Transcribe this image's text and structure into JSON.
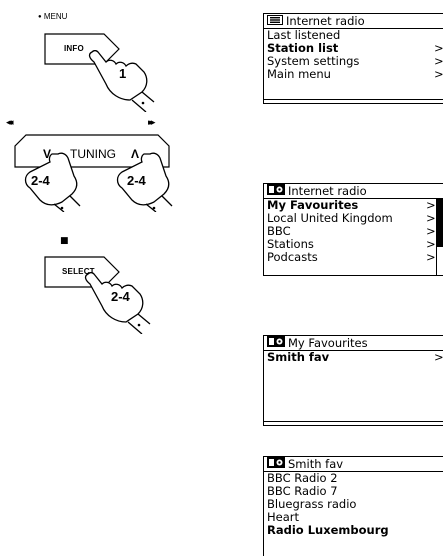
{
  "controls": {
    "menu_label": "MENU",
    "info_label": "INFO",
    "info_step": "1",
    "skip_back_glyph": "◂◂◂",
    "skip_forward_glyph": "▸▸▸",
    "down_glyph": "V",
    "tuning_label": "TUNING",
    "up_glyph": "Λ",
    "tuning_left_step": "2-4",
    "tuning_right_step": "2-4",
    "stop_glyph": "■",
    "select_label": "SELECT",
    "select_step": "2-4"
  },
  "screens": [
    {
      "icon": "menu-icon",
      "title": "Internet radio",
      "items": [
        {
          "label": "Last listened",
          "arrow": "",
          "bold": false
        },
        {
          "label": "Station list",
          "arrow": ">",
          "bold": true
        },
        {
          "label": "System settings",
          "arrow": ">",
          "bold": false
        },
        {
          "label": "Main menu",
          "arrow": ">",
          "bold": false
        }
      ]
    },
    {
      "icon": "radio-icon",
      "title": "Internet radio",
      "items": [
        {
          "label": "My Favourites",
          "arrow": ">",
          "bold": true
        },
        {
          "label": "Local United Kingdom",
          "arrow": ">",
          "bold": false
        },
        {
          "label": "BBC",
          "arrow": ">",
          "bold": false
        },
        {
          "label": "Stations",
          "arrow": ">",
          "bold": false
        },
        {
          "label": "Podcasts",
          "arrow": ">",
          "bold": false
        }
      ]
    },
    {
      "icon": "radio-icon",
      "title": "My Favourites",
      "items": [
        {
          "label": "Smith fav",
          "arrow": ">",
          "bold": true
        }
      ]
    },
    {
      "icon": "radio-icon",
      "title": "Smith fav",
      "items": [
        {
          "label": "BBC Radio 2",
          "arrow": "",
          "bold": false
        },
        {
          "label": "BBC Radio 7",
          "arrow": "",
          "bold": false
        },
        {
          "label": "Bluegrass radio",
          "arrow": "",
          "bold": false
        },
        {
          "label": "Heart",
          "arrow": "",
          "bold": false
        },
        {
          "label": "Radio Luxembourg",
          "arrow": "",
          "bold": true
        }
      ]
    }
  ]
}
